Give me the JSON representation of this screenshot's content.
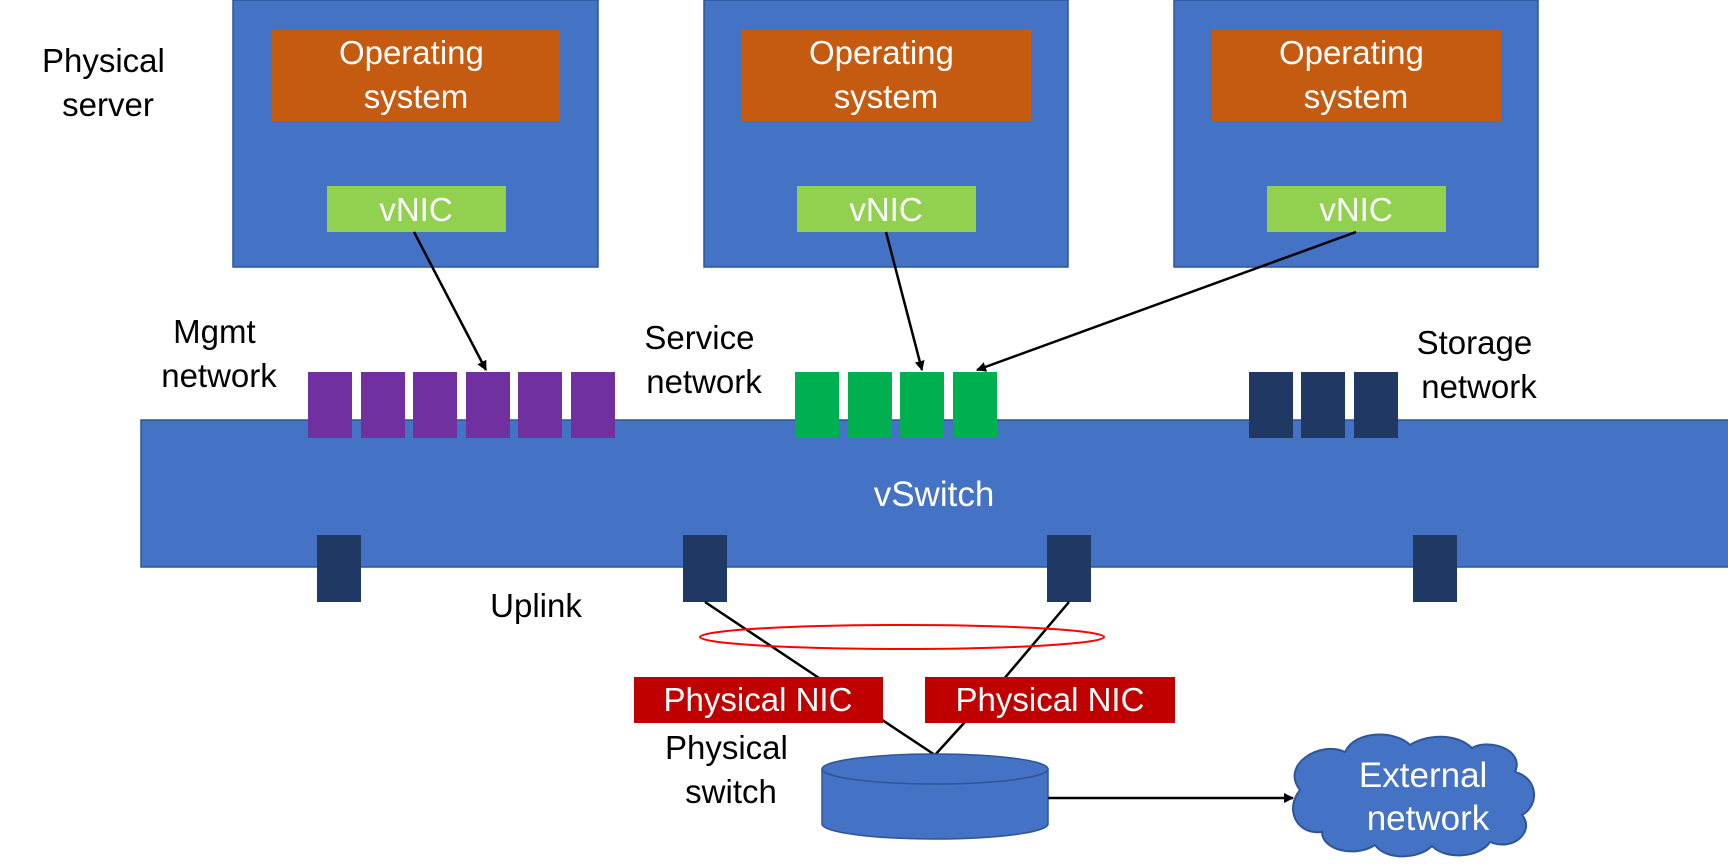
{
  "labels": {
    "physical_server": [
      "Physical",
      "server"
    ],
    "mgmt_network": [
      "Mgmt",
      "network"
    ],
    "service_network": [
      "Service",
      "network"
    ],
    "storage_network": [
      "Storage",
      "network"
    ],
    "vswitch": "vSwitch",
    "uplink": "Uplink",
    "physical_switch": [
      "Physical",
      "switch"
    ],
    "external_network": [
      "External",
      "network"
    ]
  },
  "servers": [
    {
      "os_label": [
        "Operating",
        "system"
      ],
      "vnic_label": "vNIC"
    },
    {
      "os_label": [
        "Operating",
        "system"
      ],
      "vnic_label": "vNIC"
    },
    {
      "os_label": [
        "Operating",
        "system"
      ],
      "vnic_label": "vNIC"
    }
  ],
  "physical_nics": [
    "Physical NIC",
    "Physical NIC"
  ],
  "port_groups": {
    "mgmt_port_count": 6,
    "service_port_count": 4,
    "storage_port_count": 3,
    "uplink_port_count": 4
  },
  "colors": {
    "server_box": "#4472C4",
    "operating_system": "#C55A11",
    "vnic": "#92D050",
    "mgmt_port": "#7030A0",
    "service_port": "#00B050",
    "storage_port": "#1F3864",
    "uplink_port": "#1F3864",
    "vswitch": "#4472C4",
    "physical_nic": "#C00000",
    "link_aggregation_ring": "#FF0000",
    "physical_switch": "#4472C4",
    "external_network": "#4472C4"
  }
}
